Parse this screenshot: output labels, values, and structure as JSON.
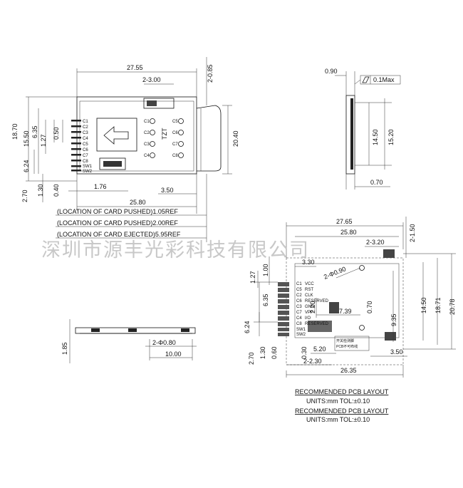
{
  "watermark": "深圳市源丰光彩科技有限公司",
  "top_view": {
    "dims": {
      "width_overall": "27.55",
      "tray_offset": "2-0.85",
      "slot_width": "2-3.00",
      "height_overall": "18.70",
      "height_body": "15.50",
      "height_total": "20.40",
      "pin_pitch": "1.27",
      "pin_width": "0.50",
      "pin_span": "6.35",
      "pin_span2": "6.24",
      "bottom_offset": "2.70",
      "bottom_a": "1.30",
      "bottom_b": "0.40",
      "foot_offset": "1.76",
      "foot_right": "3.50",
      "body_length": "25.80"
    },
    "brand": "TZT",
    "pin_labels": [
      "C1",
      "C2",
      "C3",
      "C4",
      "C5",
      "C6",
      "C7",
      "C8",
      "SW1",
      "SW2"
    ],
    "contact_labels": [
      "C1",
      "C2",
      "C3",
      "C4",
      "C5",
      "C6",
      "C7",
      "C8"
    ],
    "locations": [
      "(LOCATION OF CARD PUSHED)1.05REF",
      "(LOCATION OF CARD PUSHED)2.00REF",
      "(LOCATION OF CARD EJECTED)5.95REF"
    ]
  },
  "side_view": {
    "dims": {
      "thickness": "0.90",
      "flatness": "0.1Max",
      "span_inner": "14.50",
      "span_outer": "15.20",
      "lead": "0.70"
    }
  },
  "front_view": {
    "dims": {
      "height": "1.85",
      "hole": "2-Φ0.80",
      "hole_pitch": "10.00"
    }
  },
  "pcb_layout": {
    "dims": {
      "width_overall": "27.65",
      "width_body": "25.80",
      "pad": "2-3.20",
      "pad_offset": "2-1.50",
      "offset_330": "3.30",
      "hole": "2-Φ0.90",
      "pitch": "1.27",
      "pad_h": "1.00",
      "span_635": "6.35",
      "span_624": "6.24",
      "dim_220": "2.20",
      "dim_739": "7.39",
      "dim_070": "0.70",
      "dim_935": "9.35",
      "dim_1450": "14.50",
      "dim_1871": "18.71",
      "dim_2078": "20.78",
      "dim_520": "5.20",
      "dim_350": "3.50",
      "dim_270": "2.70",
      "dim_130": "1.30",
      "dim_060": "0.60",
      "dim_030": "0.30",
      "pad_230": "2-2.30",
      "width_bottom": "26.35"
    },
    "pin_labels": [
      "C1",
      "C5",
      "C2",
      "C6",
      "C3",
      "C7",
      "C4",
      "C8",
      "SW1",
      "SW2"
    ],
    "signal_labels": [
      "VCC",
      "RST",
      "CLK",
      "RESERVED",
      "GND",
      "VPP",
      "I/O",
      "RESERVED"
    ],
    "note": [
      "开关检测脚",
      "PCB不可布线"
    ]
  },
  "captions": [
    {
      "title": "RECOMMENDED PCB LAYOUT",
      "units": "UNITS:mm TOL:±0.10"
    },
    {
      "title": "RECOMMENDED PCB LAYOUT",
      "units": "UNITS:mm TOL:±0.10"
    }
  ]
}
